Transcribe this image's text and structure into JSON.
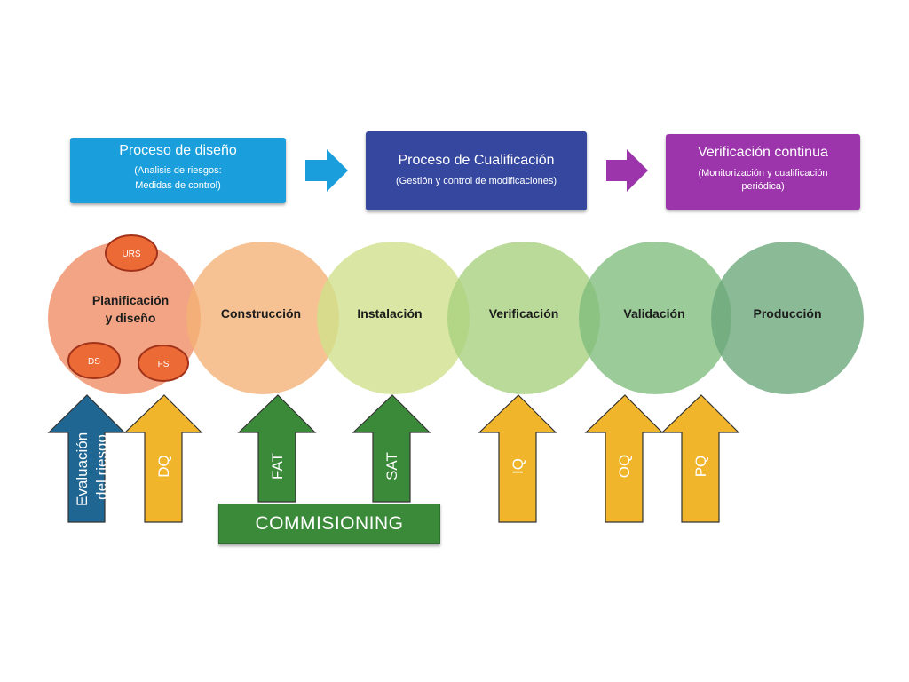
{
  "top_boxes": [
    {
      "title": "Proceso de diseño",
      "subtitle_lines": [
        "(Analisis de riesgos:",
        "Medidas de control)"
      ],
      "color": "#1b9fdc"
    },
    {
      "title": "Proceso de Cualificación",
      "subtitle_lines": [
        "(Gestión y control de modificaciones)"
      ],
      "color": "#36479f"
    },
    {
      "title": "Verificación continua",
      "subtitle_lines": [
        "(Monitorización y cualificación",
        "periódica)"
      ],
      "color": "#9c34ab"
    }
  ],
  "connector_colors": [
    "#1b9fdc",
    "#9c34ab"
  ],
  "stages": [
    {
      "label": "Planificación\ny diseño",
      "color": "#f08a62"
    },
    {
      "label": "Construcción",
      "color": "#f3b174"
    },
    {
      "label": "Instalación",
      "color": "#cfe08a"
    },
    {
      "label": "Verificación",
      "color": "#a6cf7e"
    },
    {
      "label": "Validación",
      "color": "#7fbd7c"
    },
    {
      "label": "Producción",
      "color": "#6aa77a"
    }
  ],
  "sub_documents": [
    {
      "label": "URS",
      "color": "#ec6a35"
    },
    {
      "label": "DS",
      "color": "#ec6a35"
    },
    {
      "label": "FS",
      "color": "#ec6a35"
    }
  ],
  "up_arrows": [
    {
      "label": "Evaluación\ndel riesgo",
      "color": "#1f6692"
    },
    {
      "label": "DQ",
      "color": "#f0b52a"
    },
    {
      "label": "FAT",
      "color": "#3a8a3a"
    },
    {
      "label": "SAT",
      "color": "#3a8a3a"
    },
    {
      "label": "IQ",
      "color": "#f0b52a"
    },
    {
      "label": "OQ",
      "color": "#f0b52a"
    },
    {
      "label": "PQ",
      "color": "#f0b52a"
    }
  ],
  "commissioning": {
    "label": "COMMISIONING",
    "color": "#3a8a3a"
  }
}
